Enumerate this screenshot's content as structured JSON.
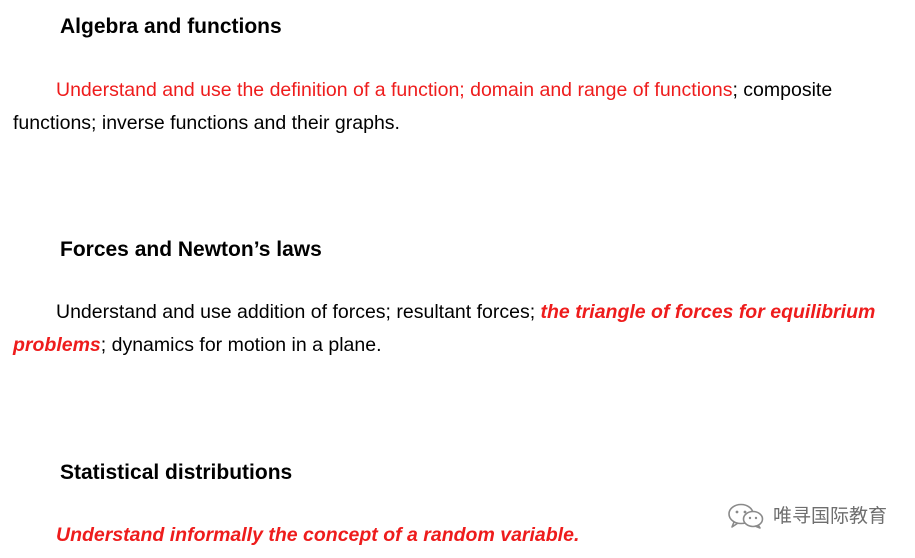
{
  "sections": [
    {
      "heading": "Algebra and functions",
      "paragraph": {
        "red_text": "Understand and use the definition of a function; domain and range of functions",
        "black_text": "; composite functions; inverse functions and their graphs."
      }
    },
    {
      "heading": "Forces and Newton’s laws",
      "paragraph": {
        "black_text_1": "Understand and use addition of forces; resultant forces; ",
        "red_bold_italic_text": "the triangle of forces for equilibrium problems",
        "black_text_2": "; dynamics for motion in a plane."
      }
    },
    {
      "heading": "Statistical distributions",
      "paragraph": {
        "red_bold_italic_text": "Understand informally the concept of a random variable."
      }
    }
  ],
  "watermark": {
    "icon": "wechat-icon",
    "text": "唯寻国际教育"
  },
  "colors": {
    "highlight_red": "#ee1c1c",
    "text": "#000000",
    "watermark_gray": "#6e6e6e"
  }
}
